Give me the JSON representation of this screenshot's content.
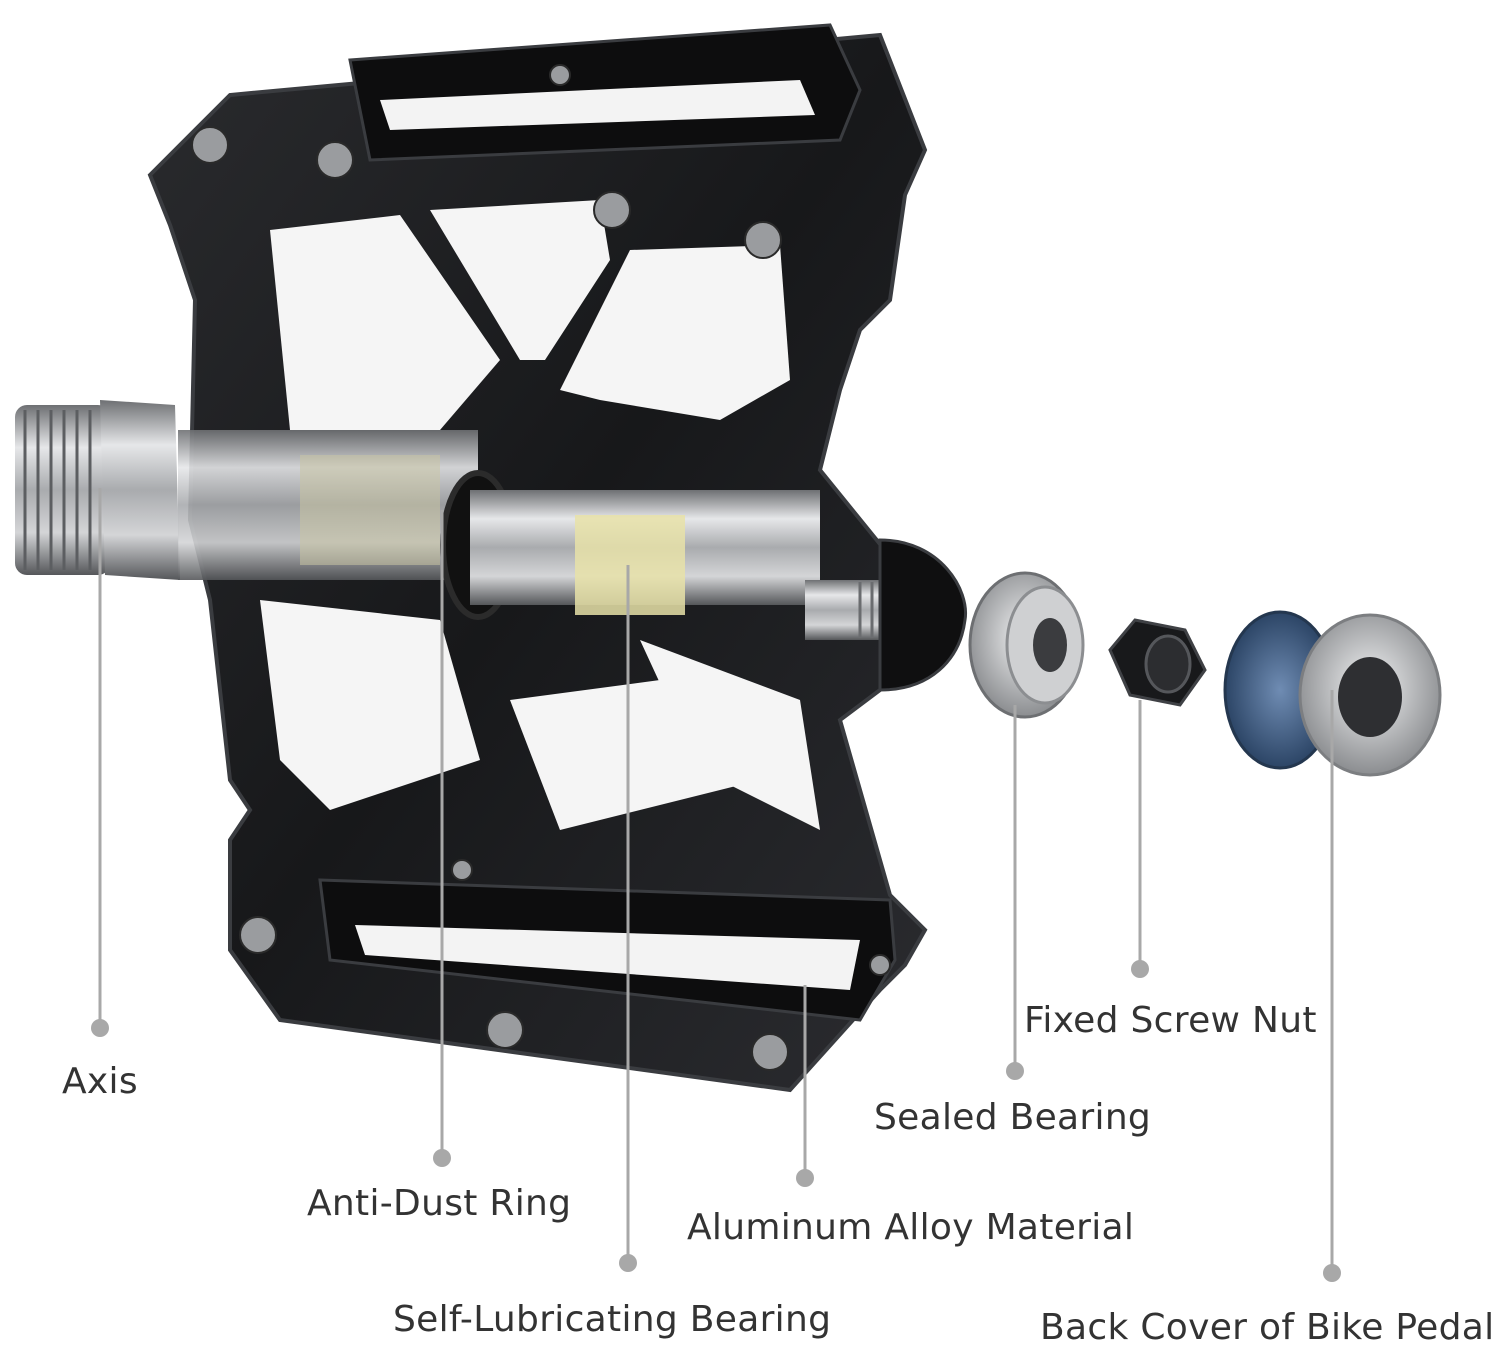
{
  "callouts": {
    "axis": "Axis",
    "anti_dust_ring": "Anti-Dust Ring",
    "self_lubricating_bearing": "Self-Lubricating Bearing",
    "aluminum_alloy_material": "Aluminum Alloy Material",
    "sealed_bearing": "Sealed Bearing",
    "fixed_screw_nut": "Fixed Screw Nut",
    "back_cover": "Back Cover of Bike Pedal"
  },
  "colors": {
    "pedal_body": "#1b1c1e",
    "pedal_edge": "#3a3c40",
    "axle_metal": "#b8b9bb",
    "bushing_yellow": "#e8e2a8",
    "bolt_blue": "#3f5f86",
    "leader_line": "#a8a8a8",
    "label_text": "#333333"
  },
  "icons": [
    "pedal-body-illustration",
    "axle-illustration",
    "sealed-bearing-illustration",
    "nut-illustration",
    "back-cover-illustration"
  ]
}
